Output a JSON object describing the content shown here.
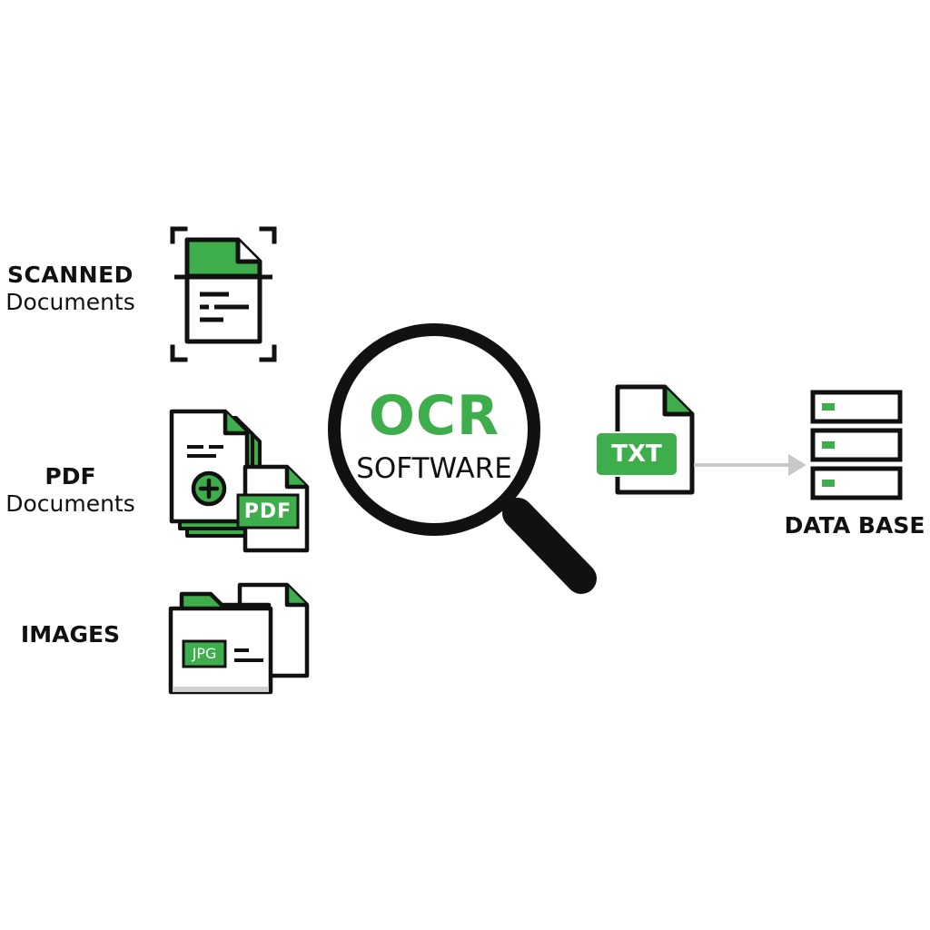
{
  "colors": {
    "accent": "#3dae4b",
    "ink": "#111111",
    "arrow": "#c8c8c8"
  },
  "inputs": [
    {
      "title": "SCANNED",
      "subtitle": "Documents",
      "icon": "scanned-document-icon"
    },
    {
      "title": "PDF",
      "subtitle": "Documents",
      "icon": "pdf-documents-icon",
      "badge": "PDF"
    },
    {
      "title": "IMAGES",
      "icon": "image-folder-icon",
      "badge": "JPG"
    }
  ],
  "center": {
    "icon": "magnifier-icon",
    "title": "OCR",
    "subtitle": "SOFTWARE"
  },
  "output": {
    "icon": "txt-file-icon",
    "badge": "TXT"
  },
  "database": {
    "icon": "database-icon",
    "label": "DATA BASE"
  }
}
